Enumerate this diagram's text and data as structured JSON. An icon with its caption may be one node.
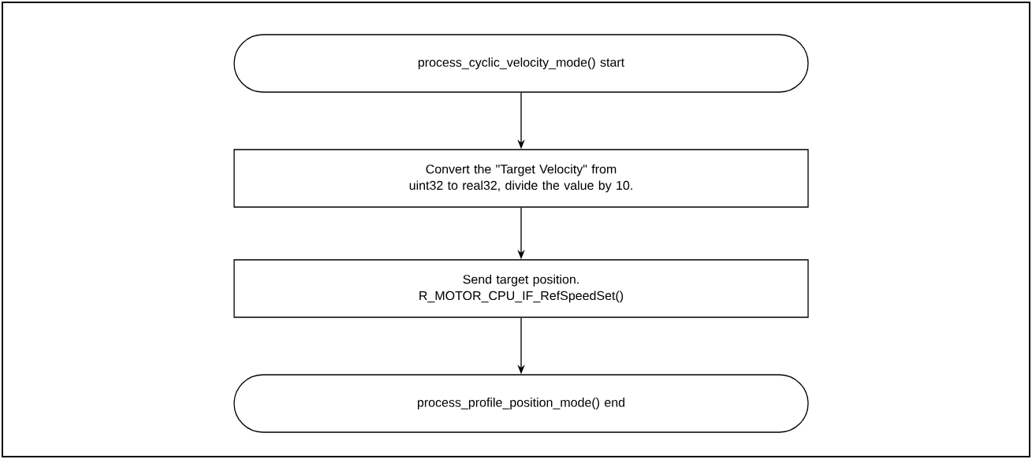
{
  "diagram": {
    "nodes": [
      {
        "text": [
          "process_cyclic_velocity_mode() start"
        ]
      },
      {
        "text": [
          "Convert the \"Target Velocity\" from uint32 to real32, divide the value by 10."
        ]
      },
      {
        "text": [
          "Send target position.",
          "R_MOTOR_CPU_IF_RefSpeedSet()"
        ]
      },
      {
        "text": [
          "process_profile_position_mode() end"
        ]
      }
    ],
    "edges": [
      {
        "from": 0,
        "to": 1,
        "arrow": "to"
      },
      {
        "from": 1,
        "to": 2,
        "arrow": "to"
      },
      {
        "from": 2,
        "to": 3,
        "arrow": "to"
      }
    ]
  }
}
